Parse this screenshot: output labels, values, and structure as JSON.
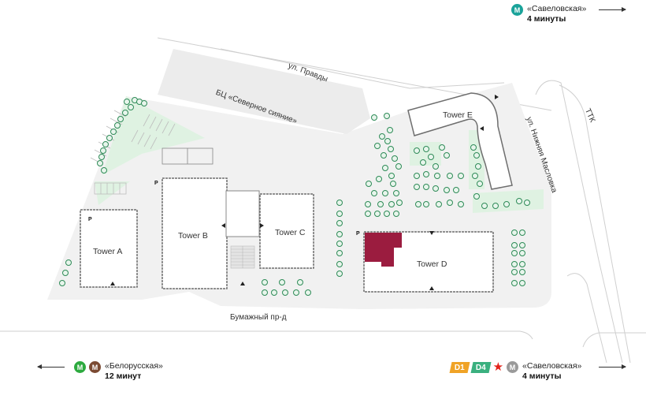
{
  "map": {
    "streets": {
      "pravdy": "ул. Правды",
      "nizhnyaya_maslovka": "ул. Нижняя Масловка",
      "ttk": "ТТК",
      "bumazhny": "Бумажный пр-д"
    },
    "business_center": "БЦ «Северное сияние»",
    "towers": [
      {
        "id": "A",
        "label": "Tower A"
      },
      {
        "id": "B",
        "label": "Tower B"
      },
      {
        "id": "C",
        "label": "Tower C"
      },
      {
        "id": "D",
        "label": "Tower D"
      },
      {
        "id": "E",
        "label": "Tower E"
      }
    ],
    "parking_label": "P",
    "highlight_color": "#9b1c3f",
    "colors": {
      "ground": "#f1f1f1",
      "greenery": "#dff2e2",
      "tree": "#2e8b57",
      "building_outline": "#6e6e6e"
    }
  },
  "legends": {
    "top_right": {
      "station": "«Савеловская»",
      "time": "4 минуты",
      "badges": [
        {
          "type": "metro",
          "label": "М",
          "color": "#1aa39a"
        }
      ],
      "direction": "right"
    },
    "bottom_left": {
      "station": "«Белорусская»",
      "time": "12 минут",
      "badges": [
        {
          "type": "metro",
          "label": "М",
          "color": "#2daa3f"
        },
        {
          "type": "metro",
          "label": "М",
          "color": "#7b4a32"
        }
      ],
      "direction": "left"
    },
    "bottom_right": {
      "station": "«Савеловская»",
      "time": "4 минуты",
      "badges": [
        {
          "type": "mcd",
          "label": "D1",
          "color": "#f0a326"
        },
        {
          "type": "mcd",
          "label": "D4",
          "color": "#3ab07f"
        },
        {
          "type": "rail",
          "label": "★",
          "color": "#e2231a"
        },
        {
          "type": "metro",
          "label": "М",
          "color": "#9a9a9a"
        }
      ],
      "direction": "right"
    }
  }
}
